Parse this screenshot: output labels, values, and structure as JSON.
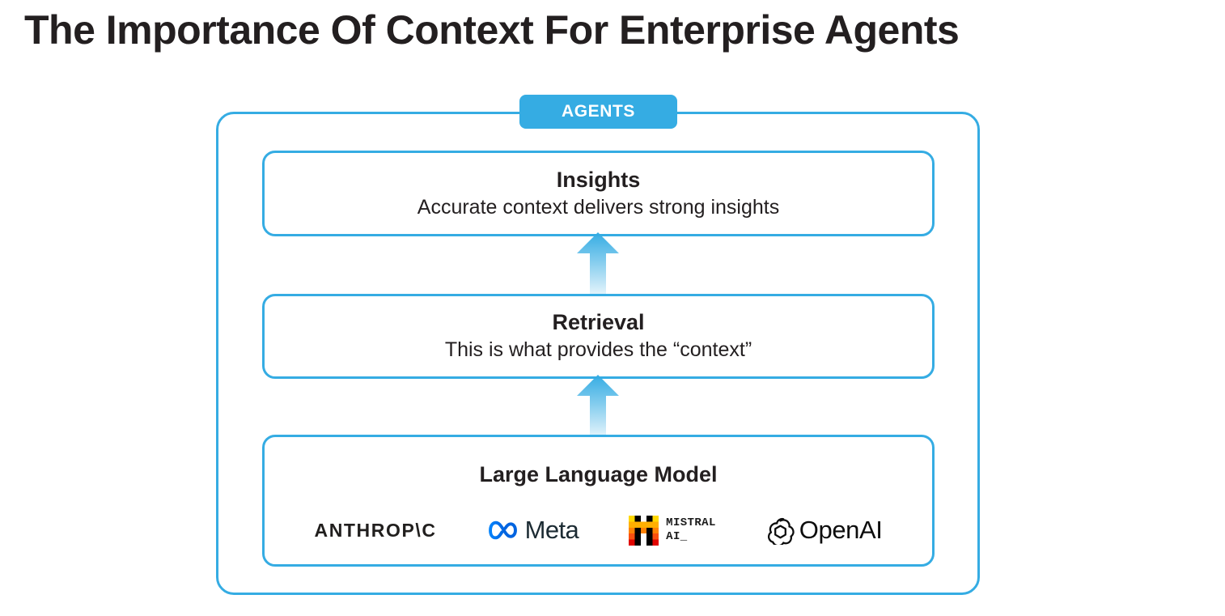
{
  "page": {
    "title": "The Importance Of Context For Enterprise Agents",
    "background_color": "#ffffff",
    "accent_color": "#35ace3",
    "text_color": "#231f20"
  },
  "diagram": {
    "container_label": "AGENTS",
    "layers": [
      {
        "id": "insights",
        "title": "Insights",
        "subtitle": "Accurate context delivers strong insights"
      },
      {
        "id": "retrieval",
        "title": "Retrieval",
        "subtitle": "This is what provides the “context”"
      },
      {
        "id": "llm",
        "title": "Large Language Model",
        "subtitle": ""
      }
    ],
    "arrows": [
      {
        "id": "arrow-llm-to-retrieval",
        "direction": "up",
        "color": "#35ace3"
      },
      {
        "id": "arrow-retrieval-to-insights",
        "direction": "up",
        "color": "#35ace3"
      }
    ],
    "llm_vendors": [
      {
        "id": "anthropic",
        "name": "ANTHROP\\C",
        "icon": "anthropic-wordmark"
      },
      {
        "id": "meta",
        "name": "Meta",
        "icon": "meta-infinity-icon",
        "icon_colors": [
          "#0081fb",
          "#0064e0"
        ]
      },
      {
        "id": "mistral",
        "name_line1": "MISTRAL",
        "name_line2": "AI_",
        "icon": "mistral-grid-icon",
        "icon_colors": [
          "#ffd800",
          "#ffaf00",
          "#ff8205",
          "#fa500f",
          "#e10500"
        ]
      },
      {
        "id": "openai",
        "name": "OpenAI",
        "icon": "openai-blossom-icon",
        "icon_colors": [
          "#000000"
        ]
      }
    ]
  }
}
